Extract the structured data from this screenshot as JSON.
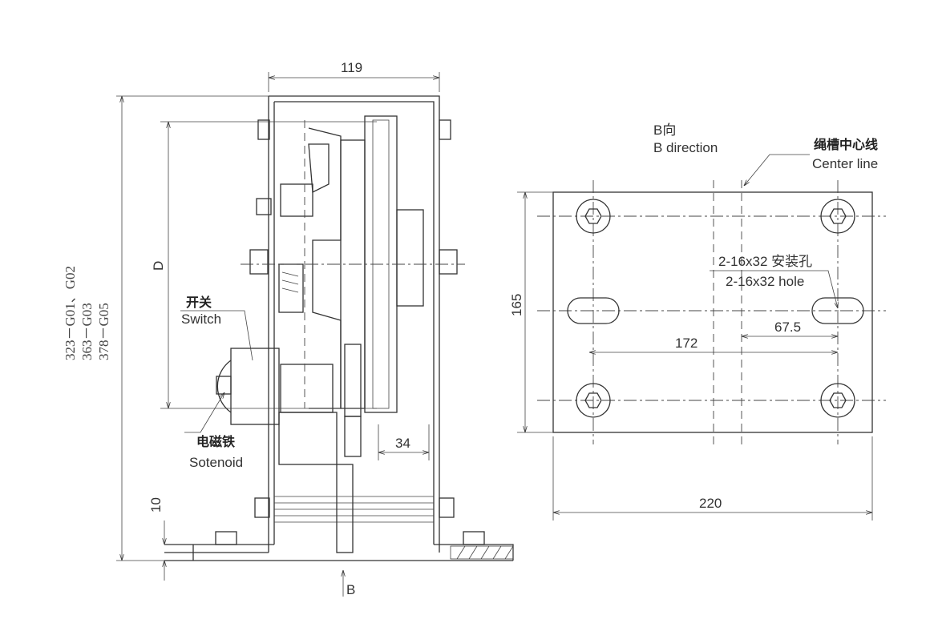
{
  "left_view": {
    "width_dim": "119",
    "height_dim_label": "D",
    "base_dim": "10",
    "offset_dim": "34",
    "view_arrow": "B",
    "model_heights": [
      "323－G01、G02",
      "363－G03",
      "378－G05"
    ],
    "switch_cn": "开关",
    "switch_en": "Switch",
    "solenoid_cn": "电磁铁",
    "solenoid_en": "Sotenoid"
  },
  "right_view": {
    "title_cn": "B向",
    "title_en": "B direction",
    "centerline_cn": "绳槽中心线",
    "centerline_en": "Center line",
    "hole_cn": "2-16x32 安装孔",
    "hole_en": "2-16x32 hole",
    "height_dim": "165",
    "width_dim": "220",
    "hole_spacing_dim": "172",
    "center_offset_dim": "67.5"
  }
}
